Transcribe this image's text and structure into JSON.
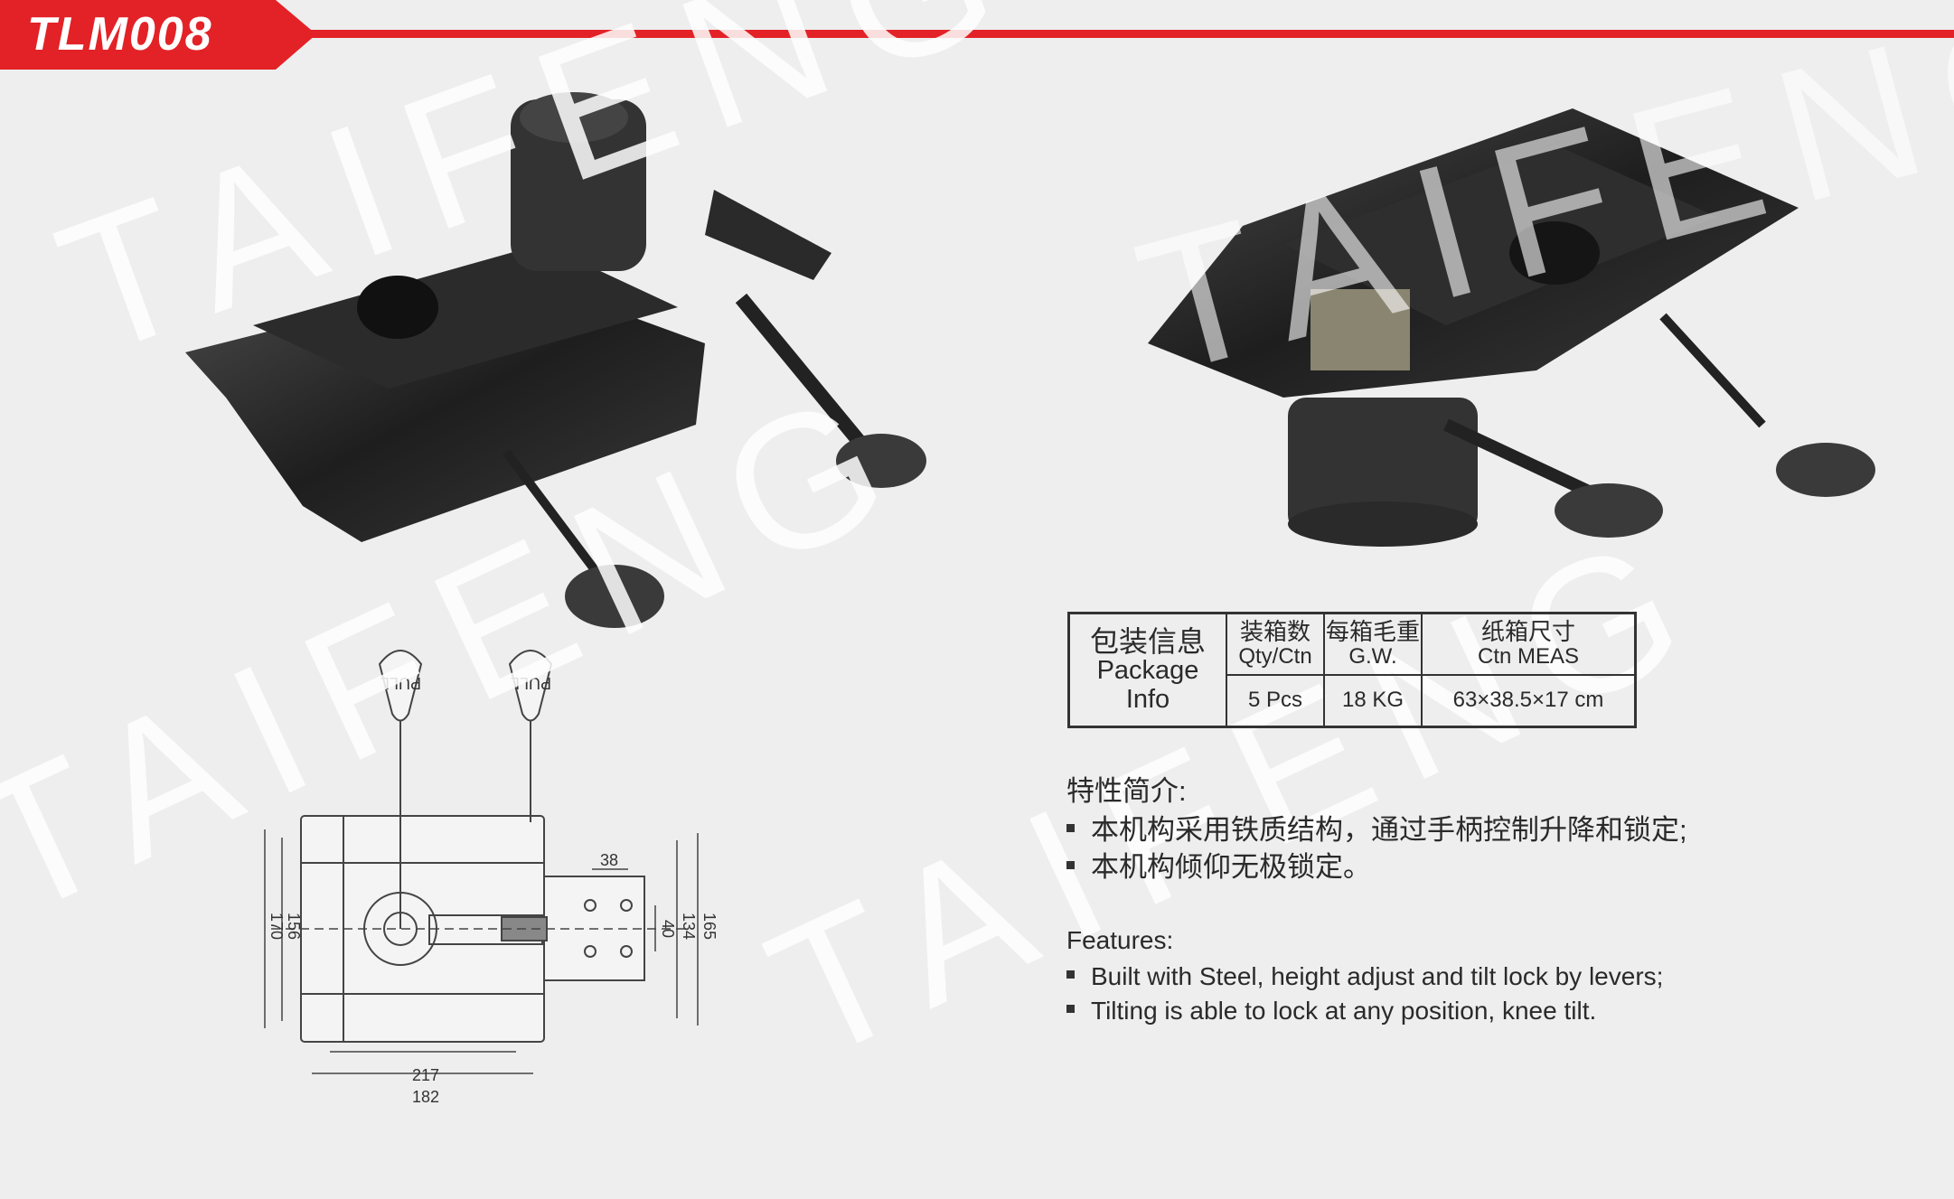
{
  "header": {
    "model": "TLM008",
    "accent_color": "#e32227"
  },
  "watermark": "TAIFENG",
  "drawing": {
    "handle_label": "PULL",
    "dimensions": {
      "d217": "217",
      "d182": "182",
      "d170": "170",
      "d156": "156",
      "d38": "38",
      "d40": "40",
      "d134": "134",
      "d165": "165"
    }
  },
  "package": {
    "title_zh": "包装信息",
    "title_en": "Package",
    "title_en2": "Info",
    "columns": [
      {
        "zh": "装箱数",
        "en": "Qty/Ctn",
        "value": "5 Pcs"
      },
      {
        "zh": "每箱毛重",
        "en": "G.W.",
        "value": "18 KG"
      },
      {
        "zh": "纸箱尺寸",
        "en": "Ctn MEAS",
        "value": "63×38.5×17 cm"
      }
    ]
  },
  "features_zh": {
    "title": "特性简介:",
    "items": [
      "本机构采用铁质结构，通过手柄控制升降和锁定;",
      "本机构倾仰无极锁定。"
    ]
  },
  "features_en": {
    "title": "Features:",
    "items": [
      "Built with Steel, height adjust and tilt lock by levers;",
      "Tilting is able to lock at any position, knee tilt."
    ]
  }
}
